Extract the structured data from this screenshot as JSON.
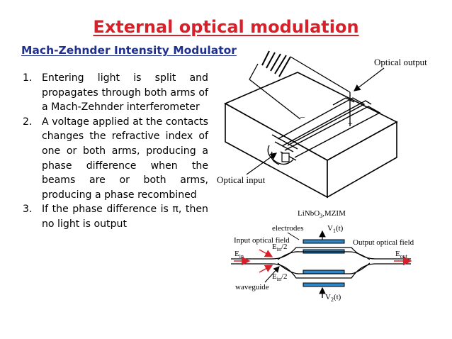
{
  "slide": {
    "title": "External optical modulation",
    "subtitle": "Mach-Zehnder Intensity Modulator",
    "points": [
      {
        "num": "1.",
        "text": "Entering light is split and propagates through both arms of a Mach-Zehnder interferometer"
      },
      {
        "num": "2.",
        "text": "A voltage applied at the contacts changes the refractive index of one or both arms, producing a phase difference when the beams are or both arms, producing a phase recombined"
      },
      {
        "num": "3.",
        "text": "If the phase difference is π, then no light is output"
      }
    ]
  },
  "device_figure": {
    "optical_output": "Optical output",
    "optical_input": "Optical input",
    "minus": "–",
    "plus": "+"
  },
  "schematic": {
    "material": "LiNbO",
    "material_sub": "3",
    "material_suffix": ",MZIM",
    "electrodes": "electrodes",
    "v1": "V",
    "v1_sub": "1",
    "v1_suffix": "(t)",
    "v2": "V",
    "v2_sub": "2",
    "v2_suffix": "(t)",
    "input_field": "Input optical field",
    "output_field": "Output optical field",
    "e_in": "E",
    "e_in_sub": "in",
    "e_out": "E",
    "e_out_sub": "out",
    "half_top": "/2",
    "half_bottom": "/2",
    "waveguide": "waveguide"
  }
}
